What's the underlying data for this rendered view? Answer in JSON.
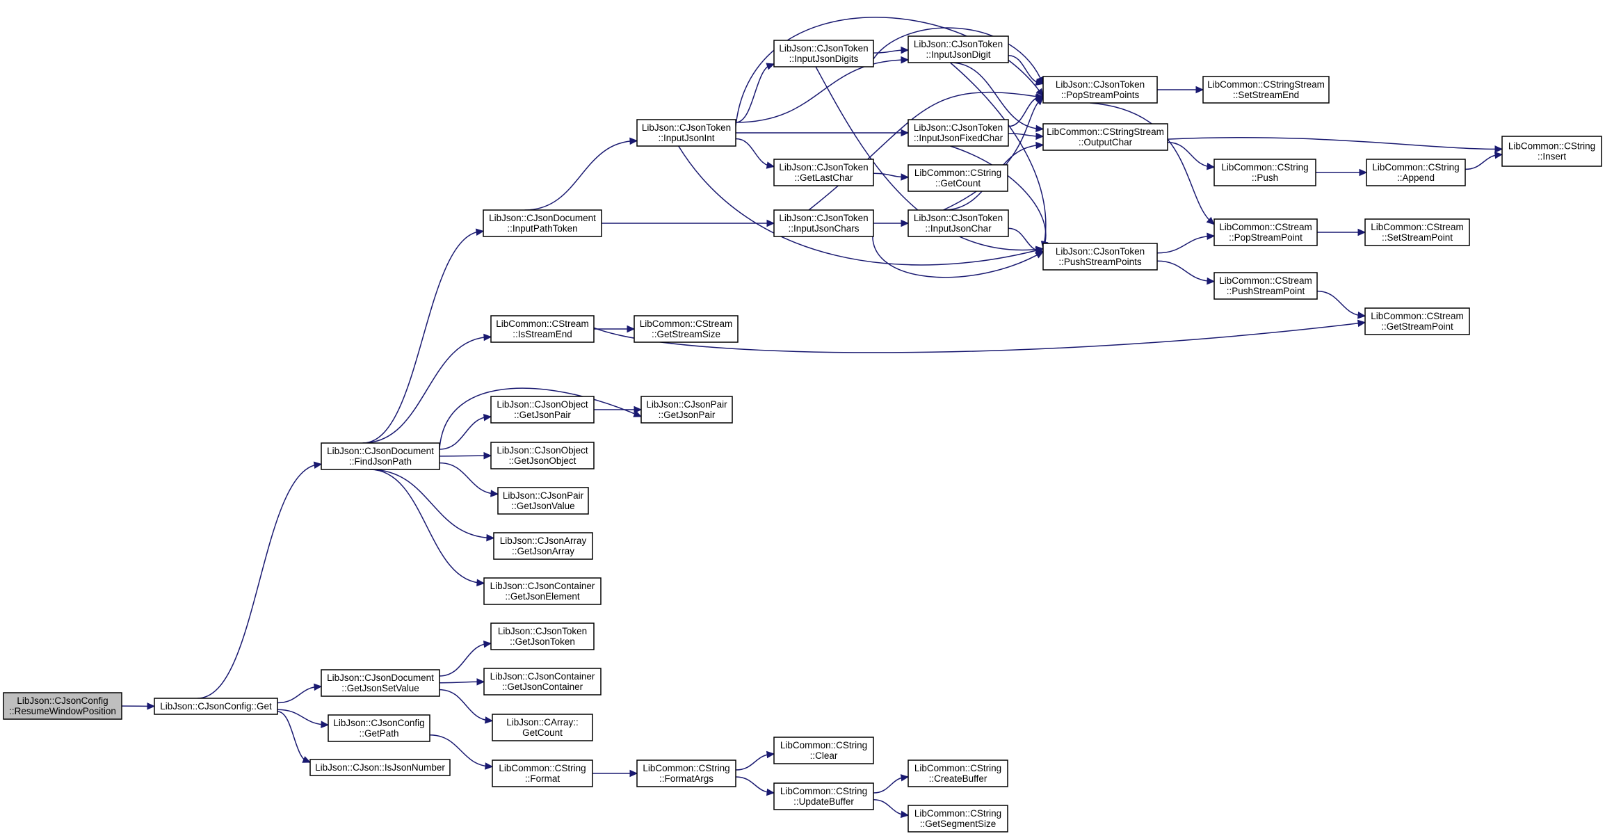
{
  "diagram": {
    "type": "call-graph",
    "root": "n0",
    "nodes": [
      {
        "id": "n0",
        "lines": [
          "LibJson::CJsonConfig",
          "::ResumeWindowPosition"
        ],
        "role": "root"
      },
      {
        "id": "n1",
        "lines": [
          "LibJson::CJsonConfig::Get"
        ]
      },
      {
        "id": "n2",
        "lines": [
          "LibJson::CJsonDocument",
          "::FindJsonPath"
        ]
      },
      {
        "id": "n3",
        "lines": [
          "LibJson::CJsonDocument",
          "::GetJsonSetValue"
        ]
      },
      {
        "id": "n4",
        "lines": [
          "LibJson::CJsonConfig",
          "::GetPath"
        ]
      },
      {
        "id": "n5",
        "lines": [
          "LibJson::CJson::IsJsonNumber"
        ]
      },
      {
        "id": "n6",
        "lines": [
          "LibJson::CJsonDocument",
          "::InputPathToken"
        ]
      },
      {
        "id": "n7",
        "lines": [
          "LibCommon::CStream",
          "::IsStreamEnd"
        ]
      },
      {
        "id": "n8",
        "lines": [
          "LibJson::CJsonObject",
          "::GetJsonPair"
        ]
      },
      {
        "id": "n9",
        "lines": [
          "LibJson::CJsonObject",
          "::GetJsonObject"
        ]
      },
      {
        "id": "n10",
        "lines": [
          "LibJson::CJsonPair",
          "::GetJsonValue"
        ]
      },
      {
        "id": "n11",
        "lines": [
          "LibJson::CJsonArray",
          "::GetJsonArray"
        ]
      },
      {
        "id": "n12",
        "lines": [
          "LibJson::CJsonContainer",
          "::GetJsonElement"
        ]
      },
      {
        "id": "n13",
        "lines": [
          "LibJson::CJsonToken",
          "::GetJsonToken"
        ]
      },
      {
        "id": "n14",
        "lines": [
          "LibJson::CJsonContainer",
          "::GetJsonContainer"
        ]
      },
      {
        "id": "n15",
        "lines": [
          "LibJson::CArray::",
          "GetCount"
        ]
      },
      {
        "id": "n16",
        "lines": [
          "LibCommon::CString",
          "::Format"
        ]
      },
      {
        "id": "n17",
        "lines": [
          "LibJson::CJsonToken",
          "::InputJsonInt"
        ]
      },
      {
        "id": "n18",
        "lines": [
          "LibCommon::CStream",
          "::GetStreamSize"
        ]
      },
      {
        "id": "n19",
        "lines": [
          "LibJson::CJsonPair",
          "::GetJsonPair"
        ]
      },
      {
        "id": "n20",
        "lines": [
          "LibCommon::CString",
          "::FormatArgs"
        ]
      },
      {
        "id": "n21",
        "lines": [
          "LibJson::CJsonToken",
          "::InputJsonDigits"
        ]
      },
      {
        "id": "n22",
        "lines": [
          "LibJson::CJsonToken",
          "::GetLastChar"
        ]
      },
      {
        "id": "n23",
        "lines": [
          "LibJson::CJsonToken",
          "::InputJsonChars"
        ]
      },
      {
        "id": "n24",
        "lines": [
          "LibCommon::CString",
          "::Clear"
        ]
      },
      {
        "id": "n25",
        "lines": [
          "LibCommon::CString",
          "::UpdateBuffer"
        ]
      },
      {
        "id": "n26",
        "lines": [
          "LibJson::CJsonToken",
          "::InputJsonDigit"
        ]
      },
      {
        "id": "n27",
        "lines": [
          "LibJson::CJsonToken",
          "::InputJsonFixedChar"
        ]
      },
      {
        "id": "n28",
        "lines": [
          "LibCommon::CString",
          "::GetCount"
        ]
      },
      {
        "id": "n29",
        "lines": [
          "LibJson::CJsonToken",
          "::InputJsonChar"
        ]
      },
      {
        "id": "n30",
        "lines": [
          "LibCommon::CString",
          "::CreateBuffer"
        ]
      },
      {
        "id": "n31",
        "lines": [
          "LibCommon::CString",
          "::GetSegmentSize"
        ]
      },
      {
        "id": "n32",
        "lines": [
          "LibJson::CJsonToken",
          "::PopStreamPoints"
        ]
      },
      {
        "id": "n33",
        "lines": [
          "LibCommon::CStringStream",
          "::OutputChar"
        ]
      },
      {
        "id": "n34",
        "lines": [
          "LibJson::CJsonToken",
          "::PushStreamPoints"
        ]
      },
      {
        "id": "n35",
        "lines": [
          "LibCommon::CStringStream",
          "::SetStreamEnd"
        ]
      },
      {
        "id": "n36",
        "lines": [
          "LibCommon::CString",
          "::Push"
        ]
      },
      {
        "id": "n37",
        "lines": [
          "LibCommon::CStream",
          "::PopStreamPoint"
        ]
      },
      {
        "id": "n38",
        "lines": [
          "LibCommon::CStream",
          "::PushStreamPoint"
        ]
      },
      {
        "id": "n39",
        "lines": [
          "LibCommon::CString",
          "::Append"
        ]
      },
      {
        "id": "n40",
        "lines": [
          "LibCommon::CStream",
          "::SetStreamPoint"
        ]
      },
      {
        "id": "n41",
        "lines": [
          "LibCommon::CStream",
          "::GetStreamPoint"
        ]
      },
      {
        "id": "n42",
        "lines": [
          "LibCommon::CString",
          "::Insert"
        ]
      }
    ],
    "edges": [
      [
        "n0",
        "n1"
      ],
      [
        "n1",
        "n2"
      ],
      [
        "n1",
        "n3"
      ],
      [
        "n1",
        "n4"
      ],
      [
        "n1",
        "n5"
      ],
      [
        "n2",
        "n6"
      ],
      [
        "n2",
        "n7"
      ],
      [
        "n2",
        "n8"
      ],
      [
        "n2",
        "n19"
      ],
      [
        "n2",
        "n9"
      ],
      [
        "n2",
        "n10"
      ],
      [
        "n2",
        "n11"
      ],
      [
        "n2",
        "n12"
      ],
      [
        "n3",
        "n13"
      ],
      [
        "n3",
        "n14"
      ],
      [
        "n3",
        "n15"
      ],
      [
        "n4",
        "n16"
      ],
      [
        "n6",
        "n17"
      ],
      [
        "n6",
        "n23"
      ],
      [
        "n7",
        "n18"
      ],
      [
        "n7",
        "n41"
      ],
      [
        "n8",
        "n19"
      ],
      [
        "n16",
        "n20"
      ],
      [
        "n17",
        "n21"
      ],
      [
        "n17",
        "n26"
      ],
      [
        "n17",
        "n27"
      ],
      [
        "n17",
        "n22"
      ],
      [
        "n17",
        "n32"
      ],
      [
        "n17",
        "n34"
      ],
      [
        "n20",
        "n24"
      ],
      [
        "n20",
        "n25"
      ],
      [
        "n21",
        "n26"
      ],
      [
        "n21",
        "n32"
      ],
      [
        "n21",
        "n34"
      ],
      [
        "n22",
        "n28"
      ],
      [
        "n23",
        "n29"
      ],
      [
        "n23",
        "n32"
      ],
      [
        "n23",
        "n34"
      ],
      [
        "n25",
        "n30"
      ],
      [
        "n25",
        "n31"
      ],
      [
        "n26",
        "n32"
      ],
      [
        "n26",
        "n33"
      ],
      [
        "n26",
        "n34"
      ],
      [
        "n27",
        "n32"
      ],
      [
        "n27",
        "n33"
      ],
      [
        "n27",
        "n34"
      ],
      [
        "n29",
        "n32"
      ],
      [
        "n29",
        "n33"
      ],
      [
        "n29",
        "n34"
      ],
      [
        "n32",
        "n35"
      ],
      [
        "n32",
        "n37"
      ],
      [
        "n33",
        "n42"
      ],
      [
        "n33",
        "n36"
      ],
      [
        "n34",
        "n37"
      ],
      [
        "n34",
        "n38"
      ],
      [
        "n36",
        "n39"
      ],
      [
        "n37",
        "n40"
      ],
      [
        "n38",
        "n41"
      ],
      [
        "n39",
        "n42"
      ]
    ]
  }
}
